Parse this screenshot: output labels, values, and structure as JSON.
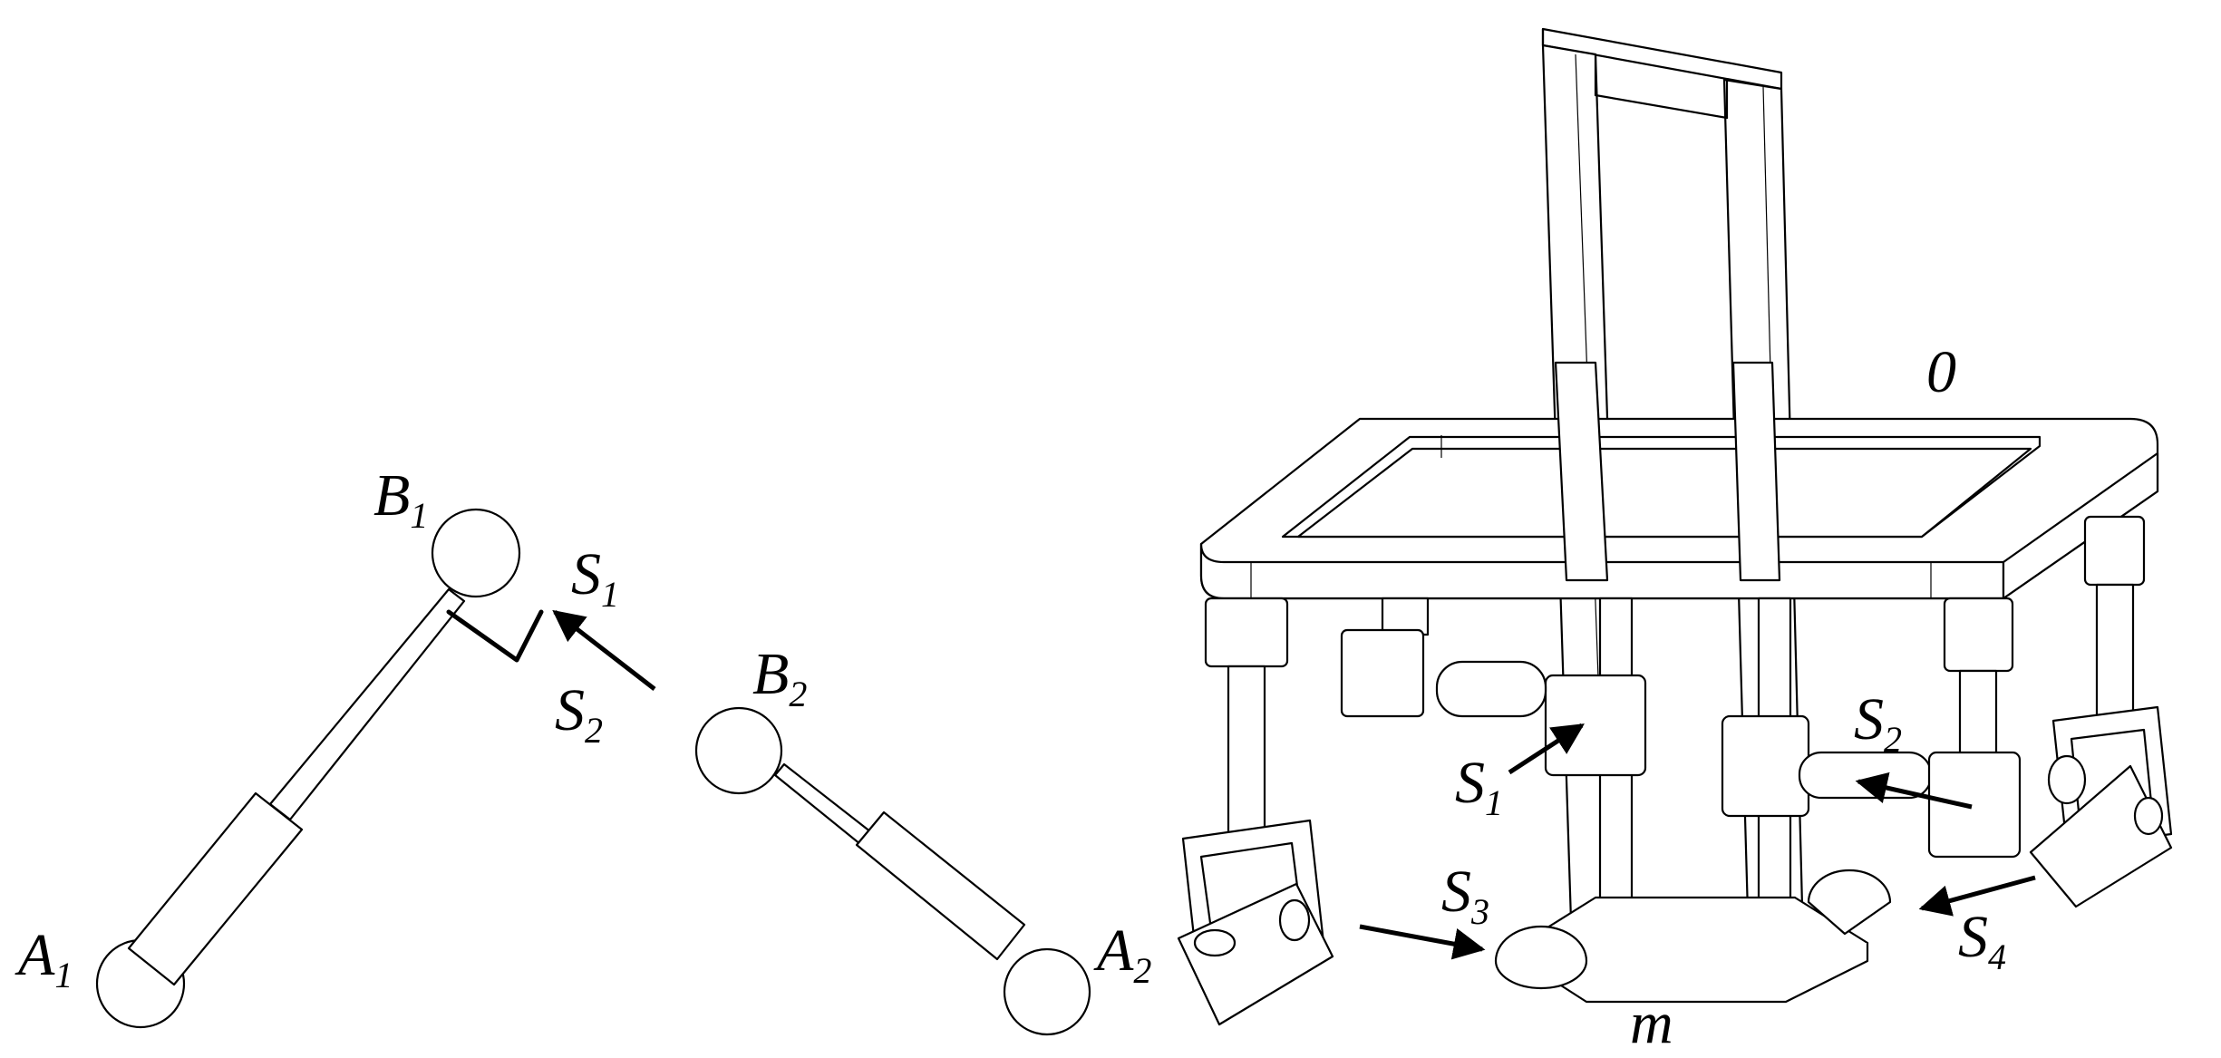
{
  "labels": {
    "A1": {
      "main": "A",
      "sub": "1"
    },
    "B1": {
      "main": "B",
      "sub": "1"
    },
    "A2": {
      "main": "A",
      "sub": "2"
    },
    "B2": {
      "main": "B",
      "sub": "2"
    },
    "left_S1": {
      "main": "S",
      "sub": "1"
    },
    "left_S2": {
      "main": "S",
      "sub": "2"
    },
    "right_S1": {
      "main": "S",
      "sub": "1"
    },
    "right_S2": {
      "main": "S",
      "sub": "2"
    },
    "right_S3": {
      "main": "S",
      "sub": "3"
    },
    "right_S4": {
      "main": "S",
      "sub": "4"
    },
    "base": "0",
    "platform": "m"
  }
}
